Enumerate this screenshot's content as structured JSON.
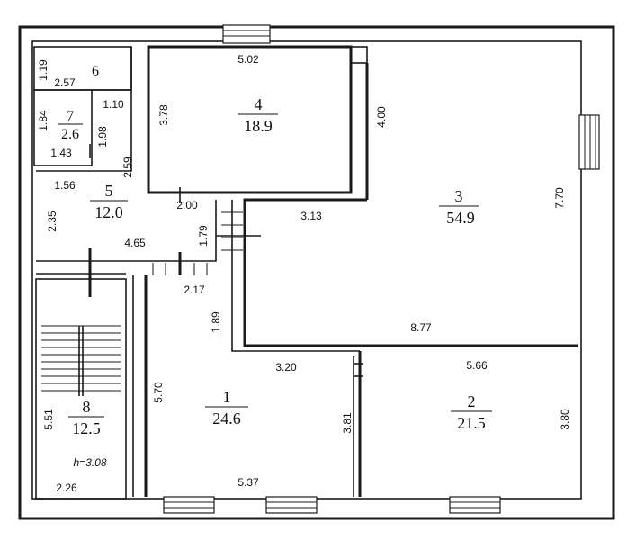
{
  "rooms": {
    "r1": {
      "number": "1",
      "area": "24.6"
    },
    "r2": {
      "number": "2",
      "area": "21.5"
    },
    "r3": {
      "number": "3",
      "area": "54.9"
    },
    "r4": {
      "number": "4",
      "area": "18.9"
    },
    "r5": {
      "number": "5",
      "area": "12.0"
    },
    "r6": {
      "number": "6"
    },
    "r7": {
      "number": "7",
      "area": "2.6"
    },
    "r8": {
      "number": "8",
      "area": "12.5"
    }
  },
  "dimensions": {
    "d_1_19": "1.19",
    "d_2_57": "2.57",
    "d_5_02": "5.02",
    "d_3_78": "3.78",
    "d_4_00": "4.00",
    "d_1_84": "1.84",
    "d_1_10": "1.10",
    "d_1_98": "1.98",
    "d_1_43": "1.43",
    "d_2_59": "2.59",
    "d_1_56": "1.56",
    "d_2_00": "2.00",
    "d_3_13": "3.13",
    "d_7_70": "7.70",
    "d_2_35": "2.35",
    "d_1_79": "1.79",
    "d_4_65": "4.65",
    "d_2_17": "2.17",
    "d_1_89": "1.89",
    "d_8_77": "8.77",
    "d_3_20": "3.20",
    "d_5_66": "5.66",
    "d_5_70": "5.70",
    "d_3_81": "3.81",
    "d_3_80": "3.80",
    "d_5_51": "5.51",
    "d_5_37": "5.37",
    "d_2_26": "2.26"
  },
  "height_note": "h=3.08"
}
